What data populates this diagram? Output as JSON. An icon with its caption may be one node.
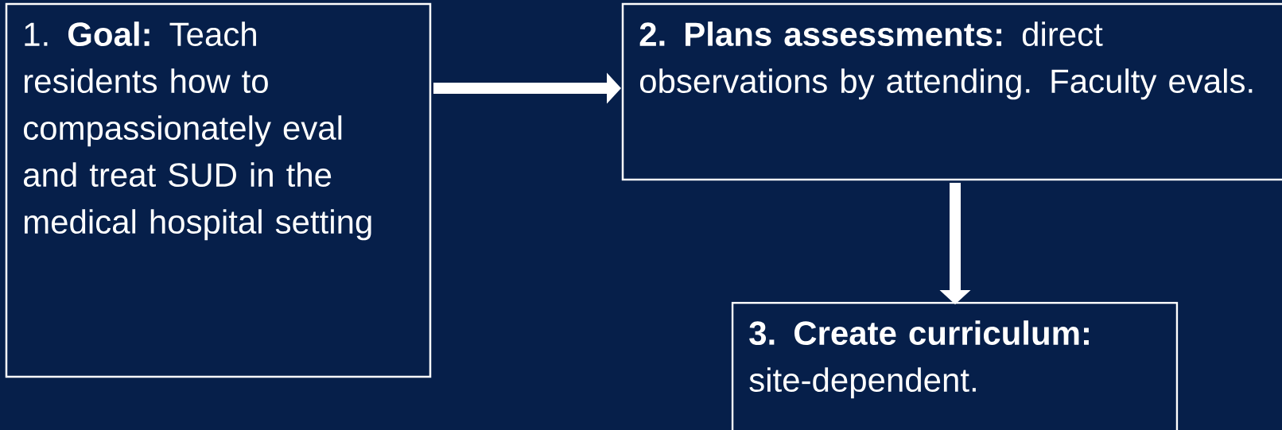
{
  "diagram": {
    "nodes": [
      {
        "text": [
          "1. **Goal:** Teach residents how to compassionately eval and treat SUD in the medical hospital setting"
        ]
      },
      {
        "text": [
          "**2. Plans assessments:** direct observations by attending. Faculty evals."
        ]
      },
      {
        "text": [
          "**3. Create curriculum:** site-dependent."
        ]
      }
    ],
    "edges": [
      {
        "from": 0,
        "to": 1,
        "arrow": "to"
      },
      {
        "from": 1,
        "to": 2,
        "arrow": "to"
      }
    ]
  }
}
